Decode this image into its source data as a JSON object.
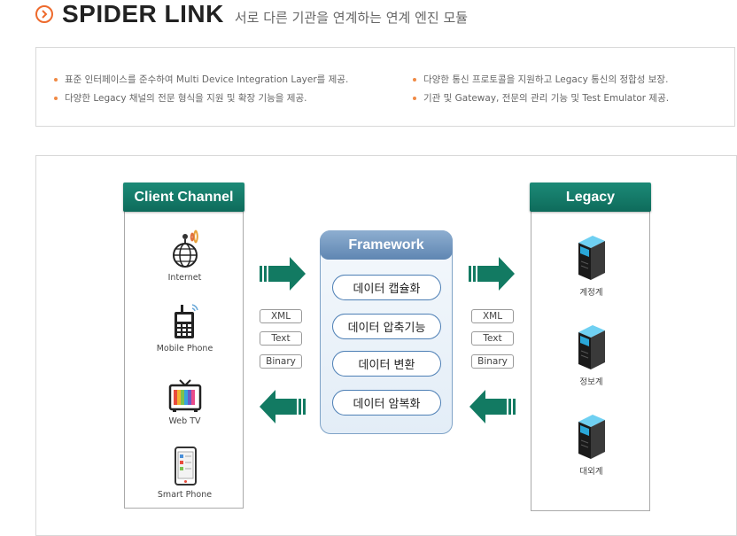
{
  "header": {
    "title": "SPIDER LINK",
    "subtitle": "서로 다른 기관을 연계하는 연계 엔진 모듈"
  },
  "features": {
    "left": [
      "표준 인터페이스를 준수하여 Multi Device Integration Layer를 제공.",
      "다양한 Legacy 채널의 전문 형식을 지원 및 확장 기능을 제공."
    ],
    "right": [
      "다양한 통신 프로토콜을 지원하고 Legacy 통신의 정합성 보장.",
      "기관 및 Gateway, 전문의 관리 기능 및 Test Emulator 제공."
    ]
  },
  "client": {
    "title": "Client Channel",
    "items": [
      {
        "label": "Internet",
        "icon": "internet-icon"
      },
      {
        "label": "Mobile Phone",
        "icon": "mobile-phone-icon"
      },
      {
        "label": "Web TV",
        "icon": "web-tv-icon"
      },
      {
        "label": "Smart Phone",
        "icon": "smart-phone-icon"
      }
    ]
  },
  "framework": {
    "title": "Framework",
    "items": [
      "데이터 캡슐화",
      "데이터 압축기능",
      "데이터 변환",
      "데이터 암복화"
    ]
  },
  "formats": {
    "left": [
      "XML",
      "Text",
      "Binary"
    ],
    "right": [
      "XML",
      "Text",
      "Binary"
    ]
  },
  "legacy": {
    "title": "Legacy",
    "items": [
      {
        "label": "계정계",
        "icon": "server-icon"
      },
      {
        "label": "정보계",
        "icon": "server-icon"
      },
      {
        "label": "대외계",
        "icon": "server-icon"
      }
    ]
  },
  "colors": {
    "accent": "#ee6a2c",
    "panel_header": "#0e6b5b",
    "arrow": "#127a62",
    "framework_header": "#5f86b2"
  }
}
